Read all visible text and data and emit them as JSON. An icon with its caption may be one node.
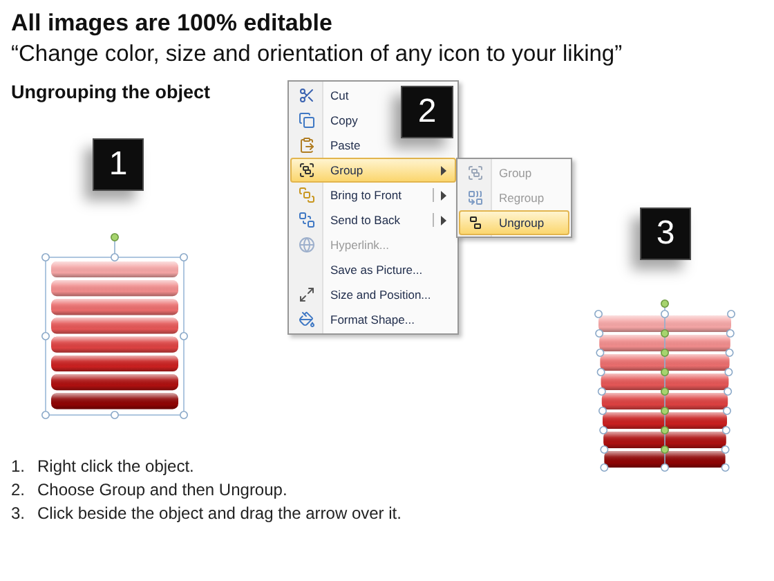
{
  "diagram": {
    "title": "All images are 100% editable",
    "nodes": [
      {
        "text": [
          "1"
        ]
      },
      {
        "text": [
          "Cut",
          "Copy",
          "Paste",
          "Group",
          "Bring to Front",
          "Send to Back",
          "Hyperlink...",
          "Save as Picture...",
          "Size and Position...",
          "Format Shape..."
        ]
      },
      {
        "text": [
          "2"
        ],
        "in": 1
      },
      {
        "text": [
          "Group",
          "Regroup",
          "Ungroup"
        ]
      },
      {
        "text": [
          "3"
        ]
      }
    ],
    "labels": [
      "“Change color, size and orientation of any icon to your liking”",
      "Ungrouping the object",
      "1.",
      "Right click the object.",
      "2.",
      "Choose Group and then Ungroup.",
      "3.",
      "Click beside the object and drag the arrow over it."
    ]
  }
}
